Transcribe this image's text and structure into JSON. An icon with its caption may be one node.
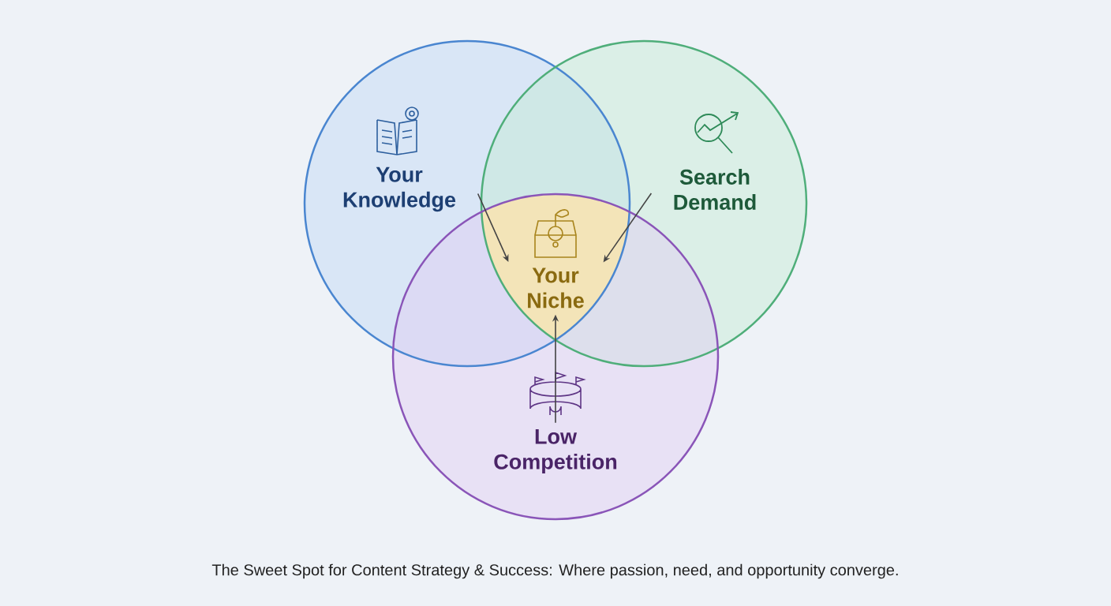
{
  "diagram": {
    "caption": "The Sweet Spot for Content Strategy & Success: Where passion, need, and opportunity converge.",
    "nodes": [
      {
        "text": [
          "Your Knowledge"
        ]
      },
      {
        "text": [
          "Search Demand"
        ]
      },
      {
        "text": [
          "Low Competition"
        ]
      },
      {
        "text": [
          "Your Niche"
        ]
      }
    ],
    "edges": [
      {
        "from": 0,
        "to": 3,
        "arrow": "to"
      },
      {
        "from": 1,
        "to": 3,
        "arrow": "to"
      },
      {
        "from": 2,
        "to": 3,
        "arrow": "to"
      }
    ]
  }
}
